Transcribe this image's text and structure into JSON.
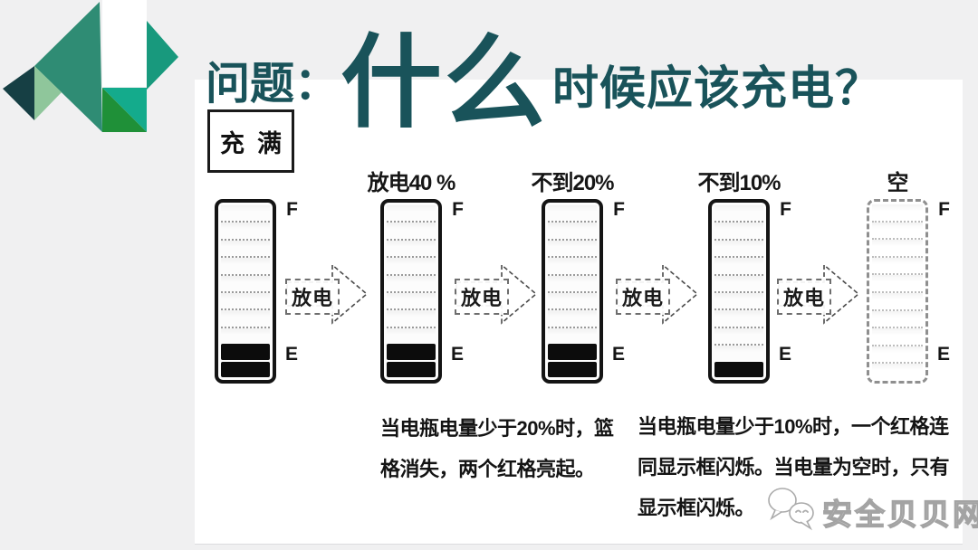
{
  "slide": {
    "title": {
      "prefix": "问题：",
      "emphasis": "什么",
      "suffix": "时候应该充电？"
    },
    "watermark": {
      "icon": "chat-bubbles-icon",
      "text": "安全贝贝网"
    }
  },
  "diagram": {
    "flow_arrow_label": "放电",
    "gauge_top_label": "F",
    "gauge_bottom_label": "E",
    "batteries": [
      {
        "label": "充满",
        "segments": 10,
        "red_segments": 2,
        "flashing_frame": false
      },
      {
        "label": "放电40 %",
        "segments": 10,
        "red_segments": 2,
        "flashing_frame": false
      },
      {
        "label": "不到20%",
        "segments": 10,
        "red_segments": 2,
        "flashing_frame": false
      },
      {
        "label": "不到10%",
        "segments": 10,
        "red_segments": 1,
        "flashing_frame": false
      },
      {
        "label": "空",
        "segments": 10,
        "red_segments": 0,
        "flashing_frame": true
      }
    ],
    "notes": [
      {
        "lines": [
          "当电瓶电量少于20%时，篮",
          "格消失，两个红格亮起。"
        ]
      },
      {
        "lines": [
          "当电瓶电量少于10%时，一个红格连",
          "同显示框闪烁。当电量为空时，只有",
          "显示框闪烁。"
        ]
      }
    ]
  },
  "palette": {
    "title_text": "#19535A",
    "background": "#F0F0F1",
    "panel": "#FFFFFF",
    "battery_filled_segment": "#0C0C0C",
    "watermark_gray": "#ABABAB",
    "logo_greens": [
      "#2F8C72",
      "#163F44",
      "#8FC69B",
      "#18997D",
      "#14AB8C",
      "#1F9038"
    ]
  }
}
